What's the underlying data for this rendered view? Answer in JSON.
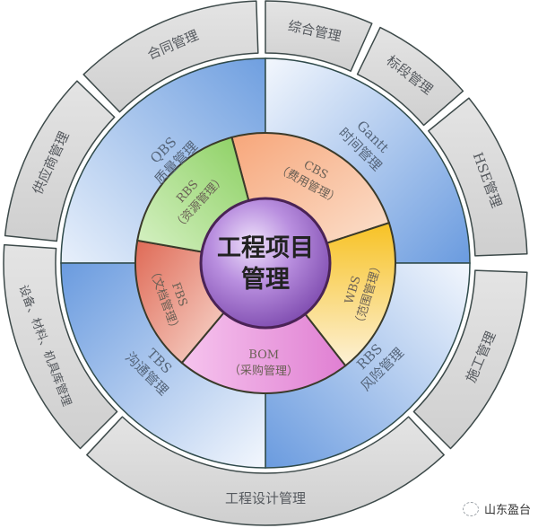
{
  "center": {
    "line1": "工程项目",
    "line2": "管理",
    "color": "#9b6cc4"
  },
  "inner_ring": [
    {
      "id": "cbs",
      "code": "CBS",
      "label": "（费用管理）",
      "color": "#f6b48a"
    },
    {
      "id": "wbs",
      "code": "WBS",
      "label": "（范围管理）",
      "color": "#f8c935"
    },
    {
      "id": "bom",
      "code": "BOM",
      "label": "（采购管理）",
      "color": "#e98fd9"
    },
    {
      "id": "fbs",
      "code": "FBS",
      "label": "（文档管理）",
      "color": "#e0735f"
    },
    {
      "id": "rbs-resource",
      "code": "RBS",
      "label": "（资源管理）",
      "color": "#9fd878"
    }
  ],
  "quadrant_ring": [
    {
      "id": "gantt",
      "code": "Gantt",
      "label": "时间管理"
    },
    {
      "id": "rbs-risk",
      "code": "RBS",
      "label": "风险管理"
    },
    {
      "id": "tbs",
      "code": "TBS",
      "label": "沟通管理"
    },
    {
      "id": "qbs",
      "code": "QBS",
      "label": "质量管理"
    }
  ],
  "outer_ring": [
    {
      "id": "contract",
      "label": "合同管理"
    },
    {
      "id": "integration",
      "label": "综合管理"
    },
    {
      "id": "bid-section",
      "label": "标段管理"
    },
    {
      "id": "hse",
      "label": "HSE管理"
    },
    {
      "id": "construction",
      "label": "施工管理"
    },
    {
      "id": "design",
      "label": "工程设计管理"
    },
    {
      "id": "equipment",
      "label": "设备、材料、机具库管理"
    },
    {
      "id": "supplier",
      "label": "供应商管理"
    }
  ],
  "colors": {
    "quadrant_dark": "#6c9ee0",
    "quadrant_light": "#eef4fc",
    "outer_tab": "#d6d6d6",
    "outline": "#2f4a4a"
  },
  "watermark": {
    "text": "山东盈台"
  }
}
